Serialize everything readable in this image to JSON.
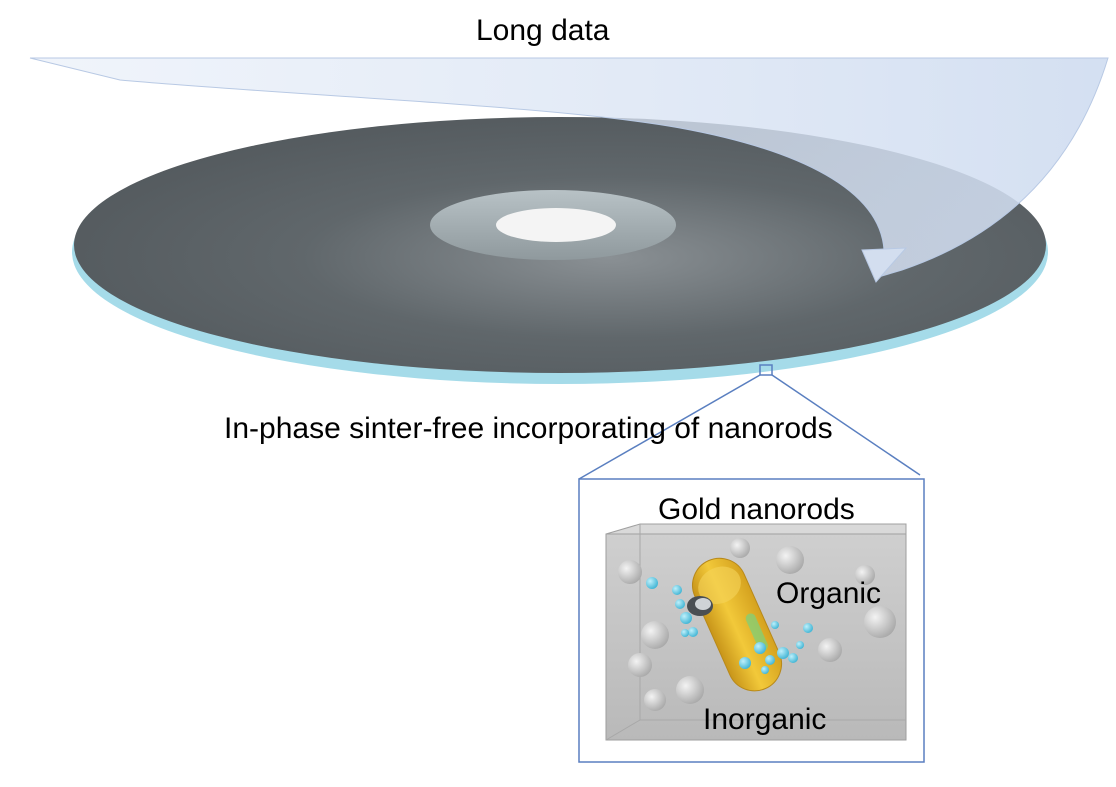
{
  "labels": {
    "long_data": "Long data",
    "in_phase": "In-phase sinter-free incorporating of nanorods",
    "gold_nanorods": "Gold nanorods",
    "organic": "Organic",
    "inorganic": "Inorganic"
  },
  "colors": {
    "disc_surface": "#5e6468",
    "disc_edge": "#9fd6e6",
    "arrow_fill": "#d8e3f3",
    "zoom_line": "#5a7fc0",
    "cube_fill": "#c9c9c9",
    "gold_rod": "#e8b92a",
    "particles": "#5cc6e0"
  }
}
